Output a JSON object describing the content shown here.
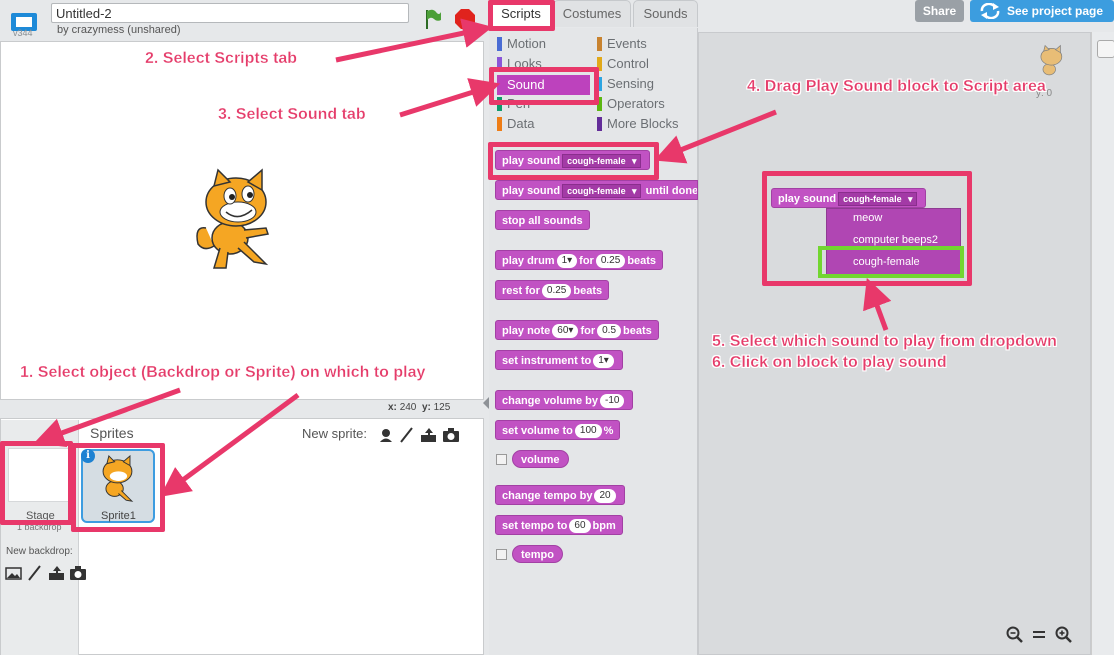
{
  "header": {
    "version": "v344",
    "project_title": "Untitled-2",
    "byline": "by crazymess (unshared)",
    "share_label": "Share",
    "see_project_label": "See project page"
  },
  "stage": {
    "coords_x_label": "x:",
    "coords_x": "240",
    "coords_y_label": "y:",
    "coords_y": "125"
  },
  "sprite_panel": {
    "title": "Sprites",
    "new_sprite_label": "New sprite:",
    "stage_label": "Stage",
    "stage_sub": "1 backdrop",
    "new_backdrop_label": "New backdrop:",
    "sprite_name": "Sprite1",
    "info_glyph": "i"
  },
  "tabs": [
    {
      "label": "Scripts"
    },
    {
      "label": "Costumes"
    },
    {
      "label": "Sounds"
    }
  ],
  "categories": {
    "left": [
      {
        "label": "Motion",
        "color": "#4a6cd4"
      },
      {
        "label": "Looks",
        "color": "#8a55d7"
      },
      {
        "label": "Sound",
        "color": "#bb42c3"
      },
      {
        "label": "Pen",
        "color": "#0e9a6c"
      },
      {
        "label": "Data",
        "color": "#ee7d16"
      }
    ],
    "right": [
      {
        "label": "Events",
        "color": "#c88330"
      },
      {
        "label": "Control",
        "color": "#e1a91a"
      },
      {
        "label": "Sensing",
        "color": "#2ca5e2"
      },
      {
        "label": "Operators",
        "color": "#5cb712"
      },
      {
        "label": "More Blocks",
        "color": "#632d99"
      }
    ]
  },
  "blocks": {
    "play_sound": "play sound",
    "play_sound_until": "until done",
    "sound_name": "cough-female",
    "stop_all": "stop all sounds",
    "play_drum": "play drum",
    "drum_val": "1",
    "for": "for",
    "drum_beats": "0.25",
    "beats": "beats",
    "rest_for": "rest for",
    "rest_beats": "0.25",
    "play_note": "play note",
    "note_val": "60",
    "note_beats": "0.5",
    "set_instrument": "set instrument to",
    "instrument_val": "1",
    "change_volume": "change volume by",
    "change_volume_val": "-10",
    "set_volume": "set volume to",
    "set_volume_val": "100",
    "percent": "%",
    "volume": "volume",
    "change_tempo": "change tempo by",
    "change_tempo_val": "20",
    "set_tempo": "set tempo to",
    "set_tempo_val": "60",
    "bpm": "bpm",
    "tempo": "tempo"
  },
  "scripts_area": {
    "xy_label": "y: 0",
    "dropdown_options": [
      "meow",
      "computer beeps2",
      "cough-female"
    ]
  },
  "annotations": {
    "step1": "1. Select object (Backdrop or Sprite) on which to play",
    "step2": "2. Select Scripts tab",
    "step3": "3. Select Sound tab",
    "step4": "4. Drag Play Sound block to Script area",
    "step5": "5. Select which sound to play from dropdown",
    "step6": "6. Click on block to play sound",
    "color": "#e53c6a"
  }
}
